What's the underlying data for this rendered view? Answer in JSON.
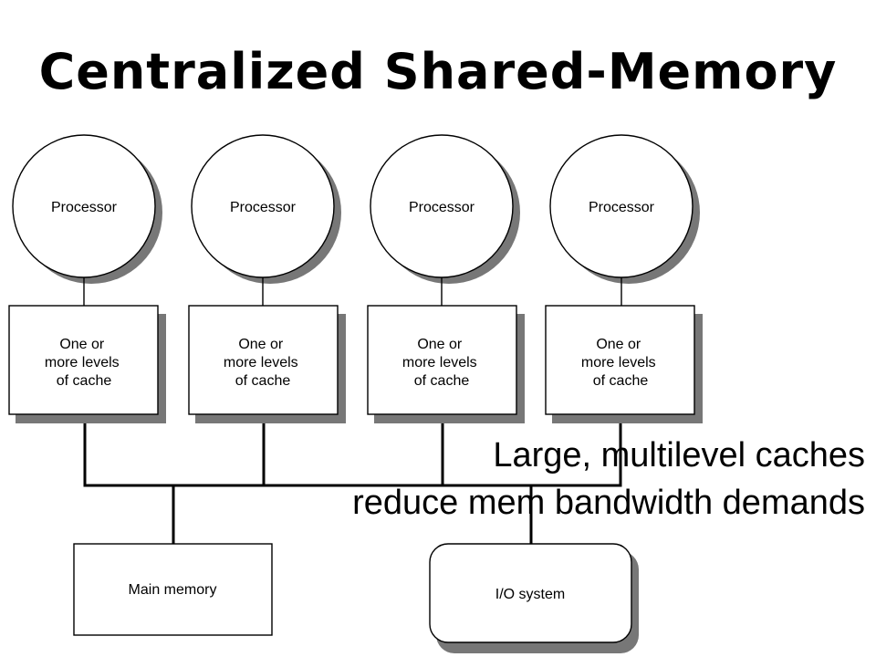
{
  "slide": {
    "title": "Centralized Shared-Memory",
    "callout_line1": "Large, multilevel caches",
    "callout_line2": "reduce mem bandwidth demands"
  },
  "diagram": {
    "processors": [
      "Processor",
      "Processor",
      "Processor",
      "Processor"
    ],
    "caches": [
      [
        "One or",
        "more levels",
        "of cache"
      ],
      [
        "One or",
        "more levels",
        "of cache"
      ],
      [
        "One or",
        "more levels",
        "of cache"
      ],
      [
        "One or",
        "more levels",
        "of cache"
      ]
    ],
    "main_memory": "Main memory",
    "io_system": "I/O system"
  },
  "colors": {
    "shadow": "#777777",
    "stroke": "#000000",
    "fill": "#ffffff"
  }
}
